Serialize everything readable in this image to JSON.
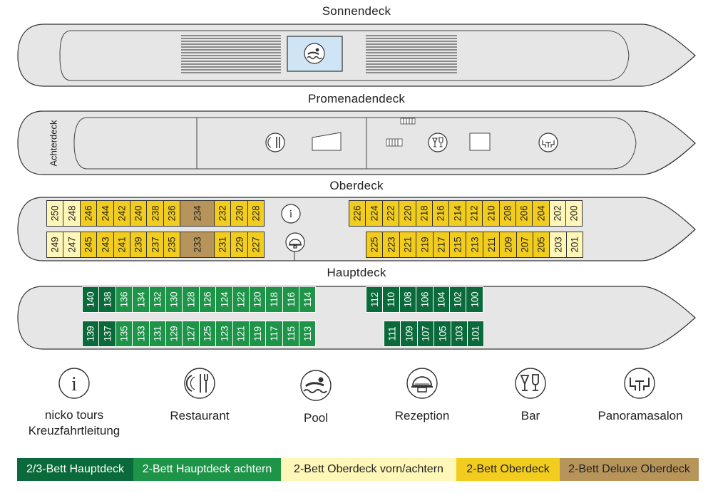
{
  "decks": {
    "sonnendeck": "Sonnendeck",
    "promenadendeck": "Promenadendeck",
    "achterdeck": "Achterdeck",
    "oberdeck": "Oberdeck",
    "hauptdeck": "Hauptdeck"
  },
  "cabins": {
    "oberdeck_top_aft": [
      {
        "no": "250",
        "cat": "paleyellow"
      },
      {
        "no": "248",
        "cat": "paleyellow"
      },
      {
        "no": "246",
        "cat": "yellow"
      },
      {
        "no": "244",
        "cat": "yellow"
      },
      {
        "no": "242",
        "cat": "yellow"
      },
      {
        "no": "240",
        "cat": "yellow"
      },
      {
        "no": "238",
        "cat": "yellow"
      },
      {
        "no": "236",
        "cat": "yellow"
      },
      {
        "no": "234",
        "cat": "deluxe",
        "wide": true
      },
      {
        "no": "232",
        "cat": "yellow"
      },
      {
        "no": "230",
        "cat": "yellow"
      },
      {
        "no": "228",
        "cat": "yellow"
      }
    ],
    "oberdeck_top_fwd": [
      {
        "no": "226",
        "cat": "yellow"
      },
      {
        "no": "224",
        "cat": "yellow"
      },
      {
        "no": "222",
        "cat": "yellow"
      },
      {
        "no": "220",
        "cat": "yellow"
      },
      {
        "no": "218",
        "cat": "yellow"
      },
      {
        "no": "216",
        "cat": "yellow"
      },
      {
        "no": "214",
        "cat": "yellow"
      },
      {
        "no": "212",
        "cat": "yellow"
      },
      {
        "no": "210",
        "cat": "yellow"
      },
      {
        "no": "208",
        "cat": "yellow"
      },
      {
        "no": "206",
        "cat": "yellow"
      },
      {
        "no": "204",
        "cat": "yellow"
      },
      {
        "no": "202",
        "cat": "paleyellow"
      },
      {
        "no": "200",
        "cat": "paleyellow"
      }
    ],
    "oberdeck_bot_aft": [
      {
        "no": "249",
        "cat": "paleyellow"
      },
      {
        "no": "247",
        "cat": "paleyellow"
      },
      {
        "no": "245",
        "cat": "yellow"
      },
      {
        "no": "243",
        "cat": "yellow"
      },
      {
        "no": "241",
        "cat": "yellow"
      },
      {
        "no": "239",
        "cat": "yellow"
      },
      {
        "no": "237",
        "cat": "yellow"
      },
      {
        "no": "235",
        "cat": "yellow"
      },
      {
        "no": "233",
        "cat": "deluxe",
        "wide": true
      },
      {
        "no": "231",
        "cat": "yellow"
      },
      {
        "no": "229",
        "cat": "yellow"
      },
      {
        "no": "227",
        "cat": "yellow"
      }
    ],
    "oberdeck_bot_fwd": [
      {
        "no": "225",
        "cat": "yellow"
      },
      {
        "no": "223",
        "cat": "yellow"
      },
      {
        "no": "221",
        "cat": "yellow"
      },
      {
        "no": "219",
        "cat": "yellow"
      },
      {
        "no": "217",
        "cat": "yellow"
      },
      {
        "no": "215",
        "cat": "yellow"
      },
      {
        "no": "213",
        "cat": "yellow"
      },
      {
        "no": "211",
        "cat": "yellow"
      },
      {
        "no": "209",
        "cat": "yellow"
      },
      {
        "no": "207",
        "cat": "yellow"
      },
      {
        "no": "205",
        "cat": "yellow"
      },
      {
        "no": "203",
        "cat": "paleyellow"
      },
      {
        "no": "201",
        "cat": "paleyellow"
      }
    ],
    "hauptdeck_top_aft": [
      {
        "no": "140",
        "cat": "darkgreen"
      },
      {
        "no": "138",
        "cat": "darkgreen"
      },
      {
        "no": "136",
        "cat": "lightgreen"
      },
      {
        "no": "134",
        "cat": "lightgreen"
      },
      {
        "no": "132",
        "cat": "lightgreen"
      },
      {
        "no": "130",
        "cat": "lightgreen"
      },
      {
        "no": "128",
        "cat": "lightgreen"
      },
      {
        "no": "126",
        "cat": "lightgreen"
      },
      {
        "no": "124",
        "cat": "lightgreen"
      },
      {
        "no": "122",
        "cat": "lightgreen"
      },
      {
        "no": "120",
        "cat": "lightgreen"
      },
      {
        "no": "118",
        "cat": "lightgreen"
      },
      {
        "no": "116",
        "cat": "lightgreen"
      },
      {
        "no": "114",
        "cat": "lightgreen"
      }
    ],
    "hauptdeck_top_fwd": [
      {
        "no": "112",
        "cat": "darkgreen"
      },
      {
        "no": "110",
        "cat": "darkgreen"
      },
      {
        "no": "108",
        "cat": "darkgreen"
      },
      {
        "no": "106",
        "cat": "darkgreen"
      },
      {
        "no": "104",
        "cat": "darkgreen"
      },
      {
        "no": "102",
        "cat": "darkgreen"
      },
      {
        "no": "100",
        "cat": "darkgreen"
      }
    ],
    "hauptdeck_bot_aft": [
      {
        "no": "139",
        "cat": "darkgreen"
      },
      {
        "no": "137",
        "cat": "darkgreen"
      },
      {
        "no": "135",
        "cat": "lightgreen"
      },
      {
        "no": "133",
        "cat": "lightgreen"
      },
      {
        "no": "131",
        "cat": "lightgreen"
      },
      {
        "no": "129",
        "cat": "lightgreen"
      },
      {
        "no": "127",
        "cat": "lightgreen"
      },
      {
        "no": "125",
        "cat": "lightgreen"
      },
      {
        "no": "123",
        "cat": "lightgreen"
      },
      {
        "no": "121",
        "cat": "lightgreen"
      },
      {
        "no": "119",
        "cat": "lightgreen"
      },
      {
        "no": "117",
        "cat": "lightgreen"
      },
      {
        "no": "115",
        "cat": "lightgreen"
      },
      {
        "no": "113",
        "cat": "lightgreen"
      }
    ],
    "hauptdeck_bot_fwd": [
      {
        "no": "111",
        "cat": "darkgreen"
      },
      {
        "no": "109",
        "cat": "darkgreen"
      },
      {
        "no": "107",
        "cat": "darkgreen"
      },
      {
        "no": "105",
        "cat": "darkgreen"
      },
      {
        "no": "103",
        "cat": "darkgreen"
      },
      {
        "no": "101",
        "cat": "darkgreen"
      }
    ]
  },
  "legend": {
    "info": {
      "icon": "info-icon",
      "label1": "nicko tours",
      "label2": "Kreuzfahrtleitung"
    },
    "restaurant": {
      "icon": "restaurant-icon",
      "label": "Restaurant"
    },
    "pool": {
      "icon": "pool-icon",
      "label": "Pool"
    },
    "rezeption": {
      "icon": "reception-bell-icon",
      "label": "Rezeption"
    },
    "bar": {
      "icon": "bar-glasses-icon",
      "label": "Bar"
    },
    "panorama": {
      "icon": "panorama-lounge-icon",
      "label": "Panoramasalon"
    }
  },
  "categories": [
    {
      "label": "2/3-Bett Hauptdeck",
      "color": "#0b6a3b",
      "text": "#ffffff"
    },
    {
      "label": "2-Bett Hauptdeck achtern",
      "color": "#1e9448",
      "text": "#ffffff"
    },
    {
      "label": "2-Bett Oberdeck vorn/achtern",
      "color": "#fff7b8",
      "text": "#222222"
    },
    {
      "label": "2-Bett Oberdeck",
      "color": "#f2cd1e",
      "text": "#222222"
    },
    {
      "label": "2-Bett Deluxe Oberdeck",
      "color": "#b7955a",
      "text": "#222222"
    }
  ]
}
